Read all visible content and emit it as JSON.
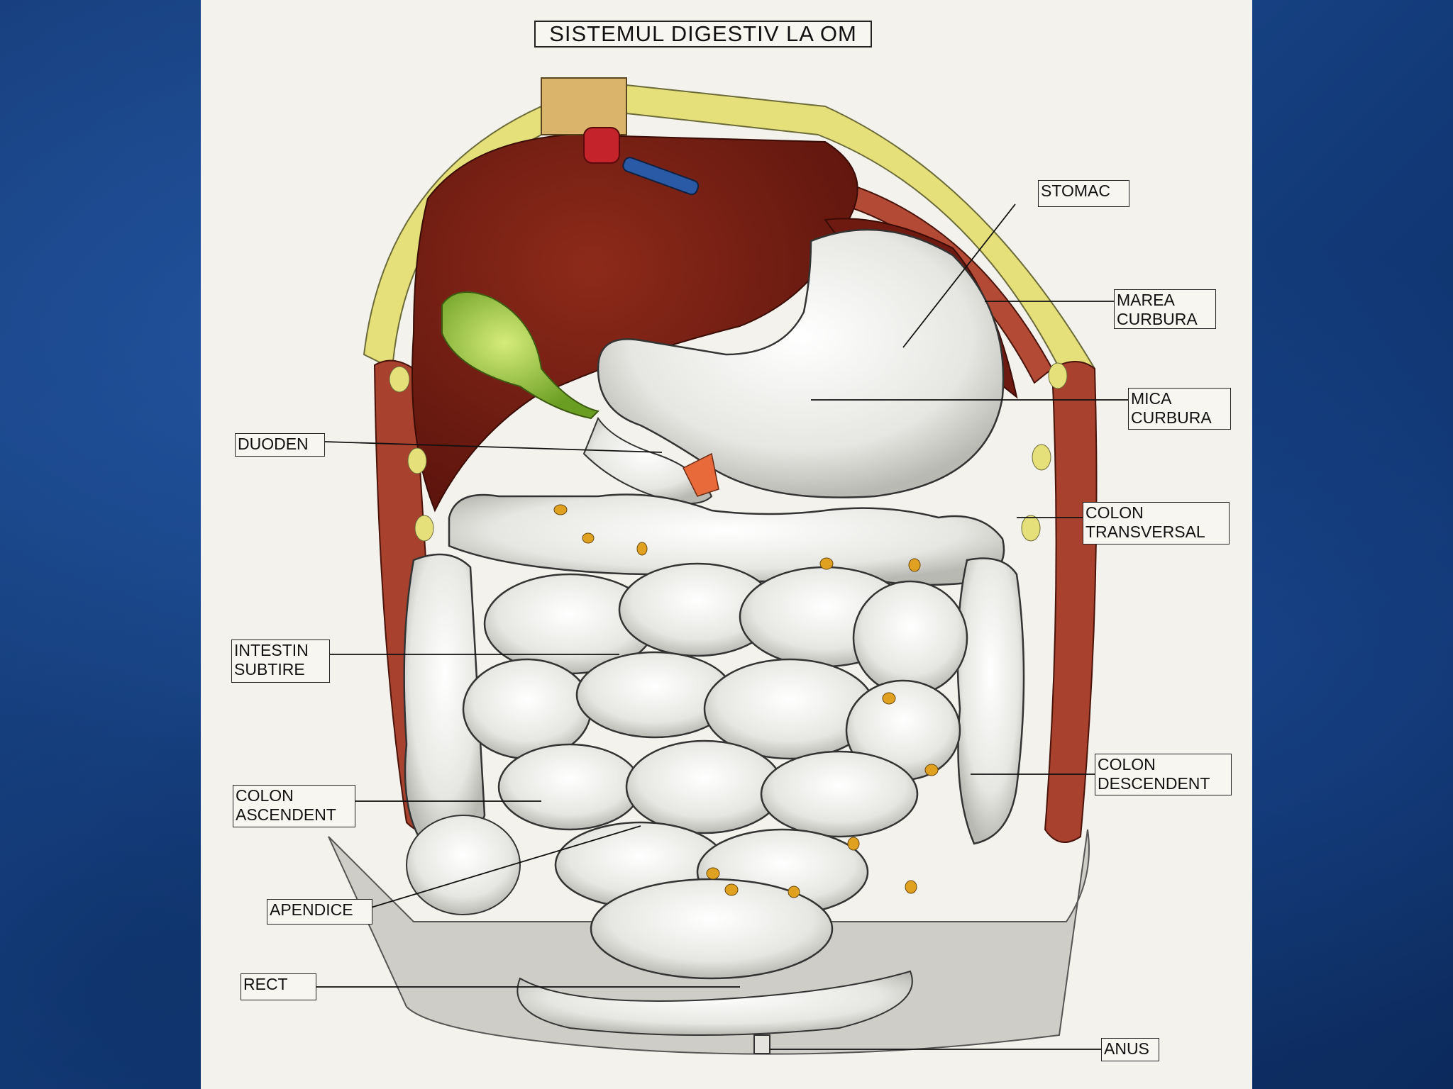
{
  "title": "SISTEMUL  DIGESTIV  LA  OM",
  "labels": {
    "stomac": "STOMAC",
    "marea_curbura_1": "MAREA",
    "marea_curbura_2": "CURBURA",
    "mica_curbura_1": "MICA",
    "mica_curbura_2": "CURBURA",
    "duoden": "DUODEN",
    "colon_transversal_1": "COLON",
    "colon_transversal_2": "TRANSVERSAL",
    "intestin_subtire_1": "INTESTIN",
    "intestin_subtire_2": "SUBTIRE",
    "colon_descendent_1": "COLON",
    "colon_descendent_2": "DESCENDENT",
    "colon_ascendent_1": "COLON",
    "colon_ascendent_2": "ASCENDENT",
    "apendice": "APENDICE",
    "rect": "RECT",
    "anus": "ANUS"
  },
  "colors": {
    "liver": "#7a1f14",
    "gallbladder": "#8cc63f",
    "fat": "#e6e07a",
    "muscle": "#a8412e",
    "intestine": "#eeeeea",
    "background": "#1a4589"
  }
}
